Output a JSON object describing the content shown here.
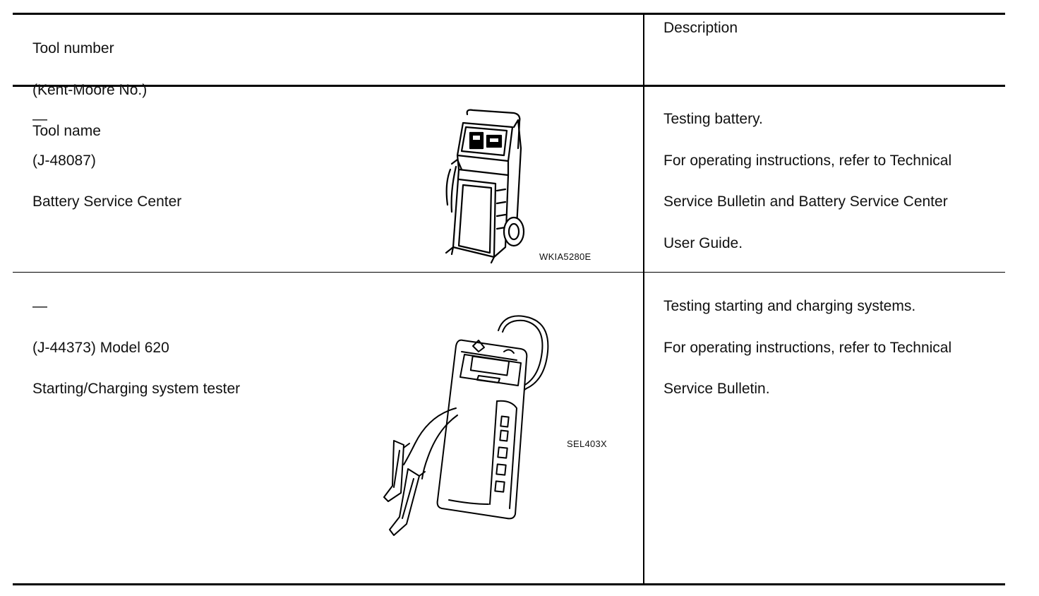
{
  "header": {
    "tool_col_lines": [
      "Tool number",
      "(Kent-Moore No.)",
      "Tool name"
    ],
    "description_label": "Description"
  },
  "rows": [
    {
      "tool_number": "—",
      "kent_moore_no": "(J-48087)",
      "tool_name": "Battery Service Center",
      "figure_code": "WKIA5280E",
      "figure_icon": "battery-service-center-cart-icon",
      "description_lines": [
        "Testing battery.",
        "For operating instructions, refer to Technical",
        "Service Bulletin and Battery Service Center",
        "User Guide."
      ]
    },
    {
      "tool_number": "—",
      "kent_moore_no": "(J-44373) Model 620",
      "tool_name": "Starting/Charging system tester",
      "figure_code": "SEL403X",
      "figure_icon": "system-tester-with-clamps-icon",
      "description_lines": [
        "Testing starting and charging systems.",
        "For operating instructions, refer to Technical",
        "Service Bulletin."
      ]
    }
  ]
}
